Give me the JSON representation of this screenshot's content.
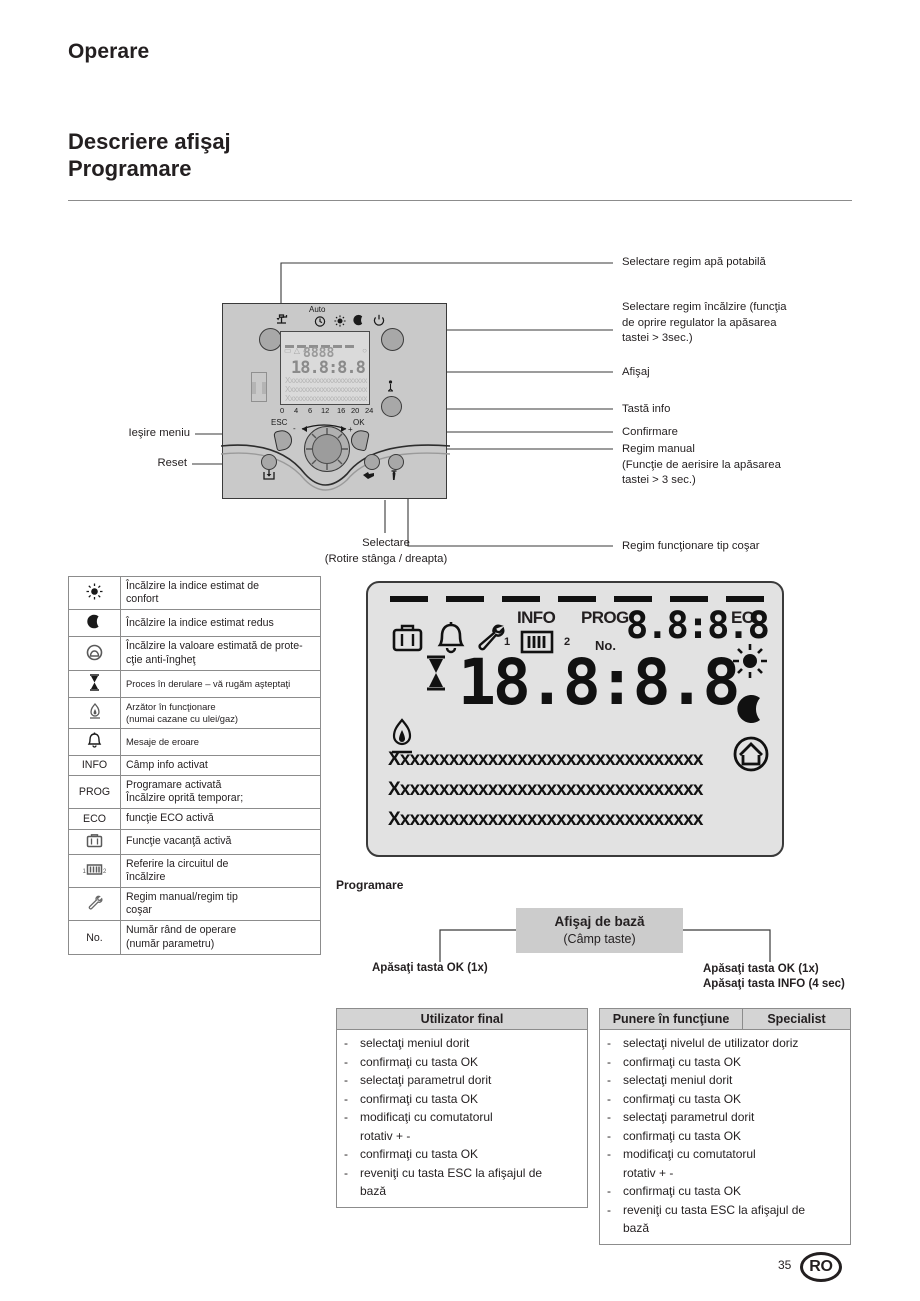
{
  "document": {
    "operare_title": "Operare",
    "main_title_line1": "Descriere afişaj",
    "main_title_line2": "Programare",
    "page_number": "35",
    "language_badge": "RO"
  },
  "controller": {
    "auto_label": "Auto",
    "esc_label": "ESC",
    "ok_label": "OK",
    "hour_scale": [
      "0",
      "4",
      "6",
      "12",
      "16",
      "20",
      "24"
    ],
    "minus_label": "-",
    "plus_label": "+",
    "small_display": {
      "mini_digits": "8888",
      "mini_big_digits": "18.8:8.8",
      "text_rows": [
        "Xxxxxxxxxxxxxxxxxxxxxxx",
        "Xxxxxxxxxxxxxxxxxxxxxxx",
        "Xxxxxxxxxxxxxxxxxxxxxxx"
      ]
    },
    "icons": {
      "faucet": "dhw-faucet-icon",
      "clock": "auto-clock-icon",
      "sun": "comfort-sun-icon",
      "moon": "reduced-moon-icon",
      "power": "power-standby-icon",
      "info": "info-person-icon",
      "reset": "reset-icon",
      "manual": "manual-hand-icon",
      "sweep": "chimney-sweep-icon"
    }
  },
  "callouts": {
    "right": [
      {
        "text": "Selectare regim apă potabilă"
      },
      {
        "text": "Selectare regim încălzire (funcţia\nde oprire regulator la apăsarea\ntastei > 3sec.)"
      },
      {
        "text": "Afişaj"
      },
      {
        "text": "Tastă info"
      },
      {
        "text": "Confirmare"
      },
      {
        "text": "Regim manual\n(Funcţie de aerisire la apăsarea\ntastei > 3 sec.)"
      },
      {
        "text": "Regim funcţionare tip coşar"
      }
    ],
    "left": [
      {
        "text": "Ieşire meniu"
      },
      {
        "text": "Reset"
      }
    ],
    "bottom": {
      "line1": "Selectare",
      "line2": "(Rotire stânga / dreapta)"
    }
  },
  "legend": {
    "rows": [
      {
        "symbol": "☀",
        "symbol_name": "comfort-sun-icon",
        "is_text": false,
        "desc": "Încălzire la indice estimat de\nconfort",
        "small": false
      },
      {
        "symbol": "☾",
        "symbol_name": "reduced-moon-icon",
        "is_text": false,
        "desc": "Încălzire la indice estimat redus",
        "small": false
      },
      {
        "symbol": "⛉",
        "symbol_name": "frost-protection-icon",
        "is_text": false,
        "desc": "Încălzire la valoare estimată de prote-\ncţie anti-îngheţ",
        "small": false
      },
      {
        "symbol": "⧗",
        "symbol_name": "hourglass-icon",
        "is_text": false,
        "desc": "Proces în derulare – vă rugăm aşteptaţi",
        "small": true
      },
      {
        "symbol": "🔥",
        "symbol_name": "burner-flame-icon",
        "is_text": false,
        "desc": "Arzător în funcţionare\n(numai cazane cu ulei/gaz)",
        "small": true
      },
      {
        "symbol": "🔔",
        "symbol_name": "bell-error-icon",
        "is_text": false,
        "desc": "Mesaje de eroare",
        "small": true
      },
      {
        "symbol": "INFO",
        "symbol_name": "info-label",
        "is_text": true,
        "desc": "Câmp info activat",
        "small": false
      },
      {
        "symbol": "PROG",
        "symbol_name": "prog-label",
        "is_text": true,
        "desc": "Programare activată\nÎncălzire oprită temporar;",
        "small": false
      },
      {
        "symbol": "ECO",
        "symbol_name": "eco-label",
        "is_text": true,
        "desc": "funcţie ECO activă",
        "small": false
      },
      {
        "symbol": "🧳",
        "symbol_name": "holiday-suitcase-icon",
        "is_text": false,
        "desc": "Funcţie vacanţă activă",
        "small": false
      },
      {
        "symbol": "▥",
        "symbol_name": "heating-circuit-radiator-icon",
        "is_text": false,
        "desc": "Referire la circuitul de\nîncălzire",
        "small": false
      },
      {
        "symbol": "🔧",
        "symbol_name": "wrench-manual-icon",
        "is_text": false,
        "desc": "Regim manual/regim tip\ncoşar",
        "small": false
      },
      {
        "symbol": "No.",
        "symbol_name": "number-label",
        "is_text": true,
        "desc": "Număr rând de operare\n(număr parametru)",
        "small": false
      }
    ]
  },
  "lcd": {
    "info_label": "INFO",
    "prog_label": "PROG",
    "eco_label": "ECO",
    "no_label": "No.",
    "small_digits": "8.8:8.8",
    "big_digits": "18.8:8.8",
    "radiator_left_num": "1",
    "radiator_right_num": "2",
    "text_rows": [
      "Xxxxxxxxxxxxxxxxxxxxxxxxxxxxxxxx",
      "Xxxxxxxxxxxxxxxxxxxxxxxxxxxxxxxx",
      "Xxxxxxxxxxxxxxxxxxxxxxxxxxxxxxxx"
    ],
    "icons": {
      "suitcase": "holiday-suitcase-icon",
      "bell": "bell-error-icon",
      "wrench": "wrench-manual-icon",
      "radiator": "heating-circuit-radiator-icon",
      "hourglass": "hourglass-icon",
      "flame": "burner-flame-icon",
      "sun": "comfort-sun-icon",
      "moon": "reduced-moon-icon",
      "house": "frost-protection-house-icon"
    }
  },
  "programare": {
    "section_label": "Programare",
    "basic_display_line1": "Afişaj de bază",
    "basic_display_line2": "(Câmp taste)",
    "left_action": "Apăsaţi tasta OK (1x)",
    "right_action_line1": "Apăsaţi tasta OK (1x)",
    "right_action_line2": "Apăsaţi tasta INFO (4 sec)"
  },
  "tables": {
    "left": {
      "header": "Utilizator final",
      "items": [
        "selectaţi meniul dorit",
        "confirmaţi cu tasta OK",
        "selectaţi parametrul dorit",
        "confirmaţi cu tasta OK",
        "modificaţi cu comutatorul\nrotativ + -",
        "confirmaţi cu tasta OK",
        "reveniţi cu tasta ESC la afişajul de\nbază"
      ],
      "dash": "-"
    },
    "right": {
      "header_left": "Punere în funcţiune",
      "header_right": "Specialist",
      "items": [
        "selectaţi nivelul de utilizator doriz",
        "confirmaţi cu tasta OK",
        "selectaţi meniul dorit",
        "confirmaţi cu tasta OK",
        "selectaţi parametrul dorit",
        "confirmaţi cu tasta OK",
        "modificaţi cu comutatorul\nrotativ + -",
        "confirmaţi cu tasta OK",
        "reveniţi cu tasta ESC la afişajul de\nbază"
      ],
      "dash": "-"
    }
  }
}
